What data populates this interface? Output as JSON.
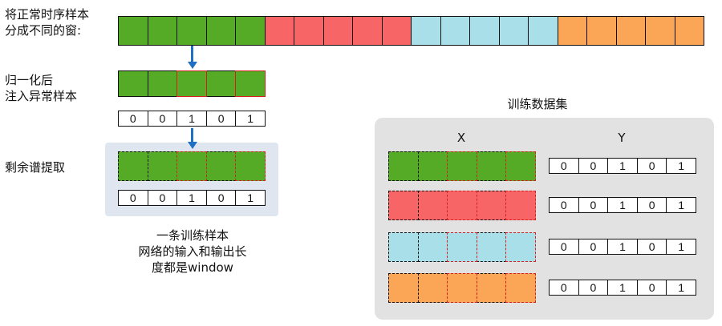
{
  "labels": {
    "split_line1": "将正常时序样本",
    "split_line2": "分成不同的窗:",
    "norm_line1": "归一化后",
    "norm_line2": "注入异常样本",
    "residual": "剩余谱提取",
    "caption_line1": "一条训练样本",
    "caption_line2": "网络的输入和输出长",
    "caption_line3": "度都是window",
    "dataset_title": "训练数据集",
    "col_x": "X",
    "col_y": "Y"
  },
  "mask": [
    "0",
    "0",
    "1",
    "0",
    "1"
  ],
  "colors": {
    "green": "#55aa26",
    "red": "#f76567",
    "cyan": "#a8dfe8",
    "orange": "#fba556",
    "anomaly_border": "#d42020",
    "arrow": "#1f6fc5"
  },
  "top_sequence": [
    "green",
    "green",
    "green",
    "green",
    "green",
    "red",
    "red",
    "red",
    "red",
    "red",
    "cyan",
    "cyan",
    "cyan",
    "cyan",
    "cyan",
    "orange",
    "orange",
    "orange",
    "orange",
    "orange"
  ],
  "dataset_rows": [
    "green",
    "red",
    "cyan",
    "orange"
  ]
}
